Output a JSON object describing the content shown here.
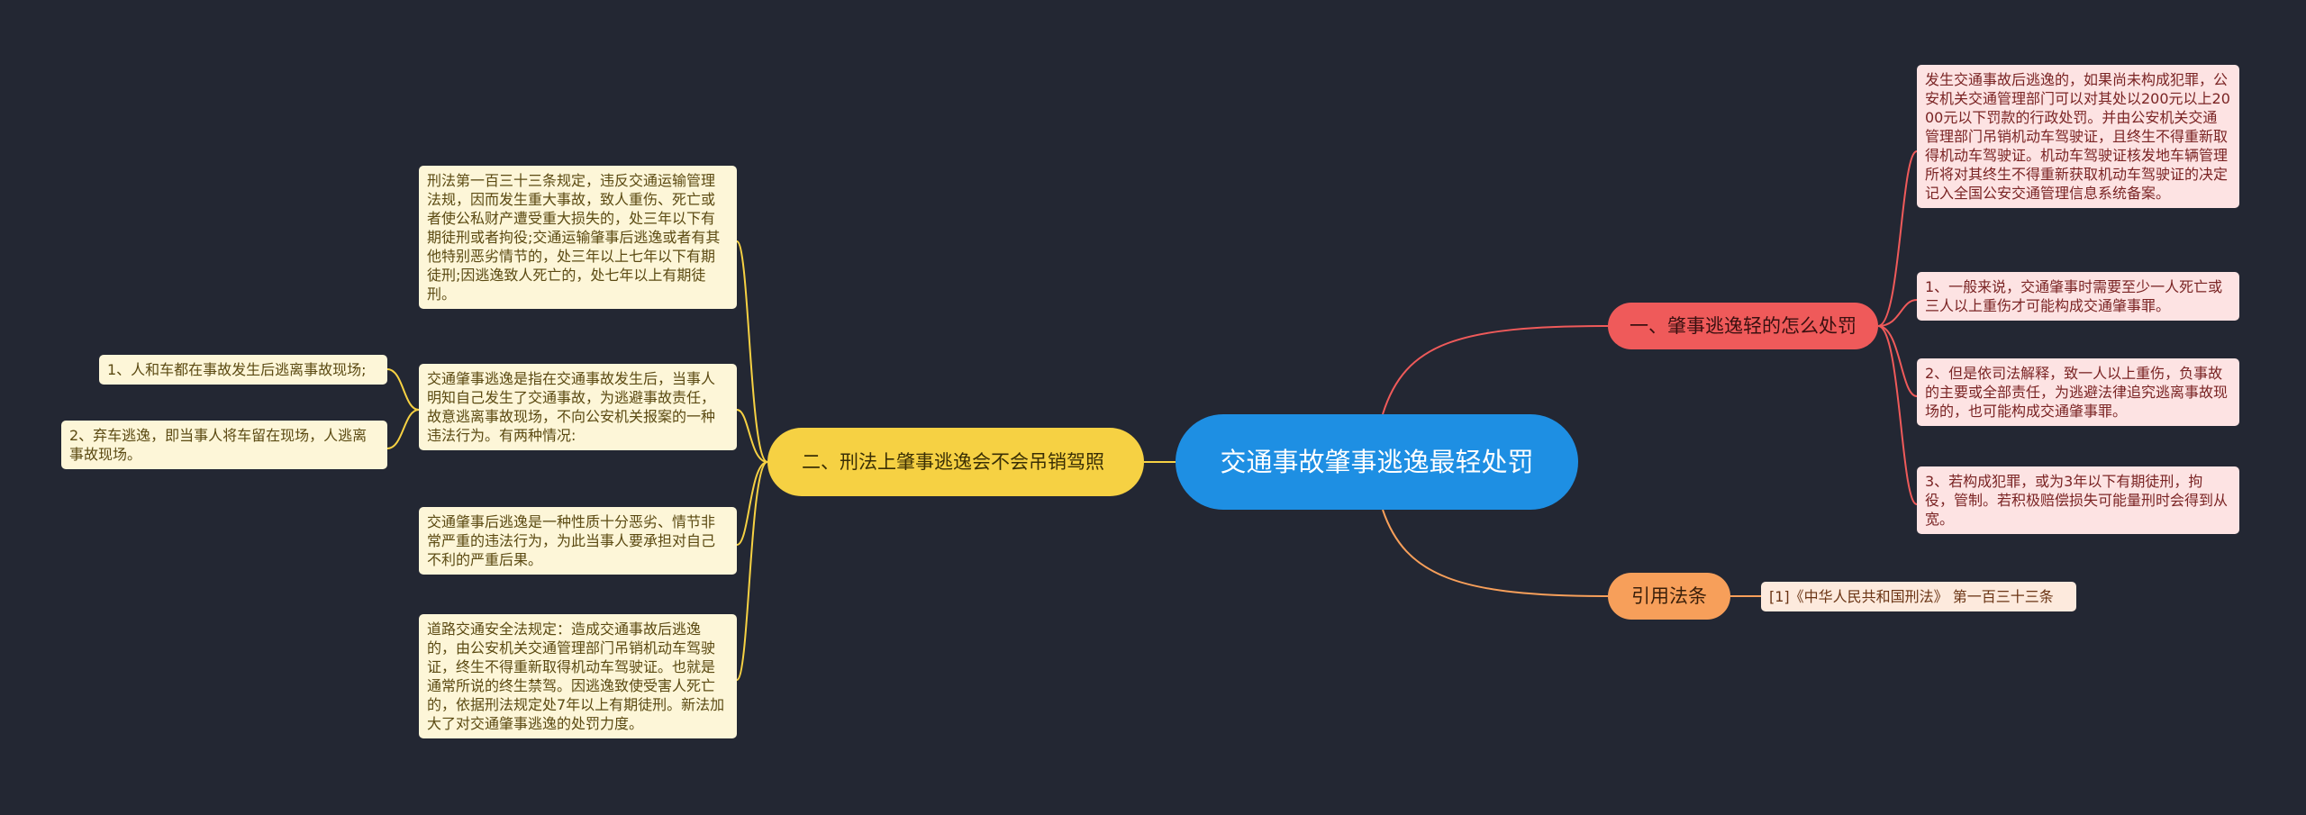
{
  "root": {
    "title": "交通事故肇事逃逸最轻处罚"
  },
  "branches": {
    "right_top": {
      "label": "一、肇事逃逸轻的怎么处罚",
      "color": "#ef5a5a",
      "leaves": [
        "发生交通事故后逃逸的，如果尚未构成犯罪，公安机关交通管理部门可以对其处以200元以上2000元以下罚款的行政处罚。并由公安机关交通管理部门吊销机动车驾驶证，且终生不得重新取得机动车驾驶证。机动车驾驶证核发地车辆管理所将对其终生不得重新获取机动车驾驶证的决定记入全国公安交通管理信息系统备案。",
        "1、一般来说，交通肇事时需要至少一人死亡或三人以上重伤才可能构成交通肇事罪。",
        "2、但是依司法解释，致一人以上重伤，负事故的主要或全部责任，为逃避法律追究逃离事故现场的，也可能构成交通肇事罪。",
        "3、若构成犯罪，或为3年以下有期徒刑，拘役，管制。若积极赔偿损失可能量刑时会得到从宽。"
      ]
    },
    "right_bottom": {
      "label": "引用法条",
      "color": "#f79f5a",
      "leaves": [
        "[1]《中华人民共和国刑法》 第一百三十三条"
      ]
    },
    "left": {
      "label": "二、刑法上肇事逃逸会不会吊销驾照",
      "color": "#f6d143",
      "leaves": [
        "刑法第一百三十三条规定，违反交通运输管理法规，因而发生重大事故，致人重伤、死亡或者使公私财产遭受重大损失的，处三年以下有期徒刑或者拘役;交通运输肇事后逃逸或者有其他特别恶劣情节的，处三年以上七年以下有期徒刑;因逃逸致人死亡的，处七年以上有期徒刑。",
        "交通肇事逃逸是指在交通事故发生后，当事人明知自己发生了交通事故，为逃避事故责任，故意逃离事故现场，不向公安机关报案的一种违法行为。有两种情况:",
        "交通肇事后逃逸是一种性质十分恶劣、情节非常严重的违法行为，为此当事人要承担对自己不利的严重后果。",
        "道路交通安全法规定：造成交通事故后逃逸的，由公安机关交通管理部门吊销机动车驾驶证，终生不得重新取得机动车驾驶证。也就是通常所说的终生禁驾。因逃逸致使受害人死亡的，依据刑法规定处7年以上有期徒刑。新法加大了对交通肇事逃逸的处罚力度。"
      ],
      "subleaves": [
        "1、人和车都在事故发生后逃离事故现场;",
        "2、弃车逃逸，即当事人将车留在现场，人逃离事故现场。"
      ]
    }
  }
}
